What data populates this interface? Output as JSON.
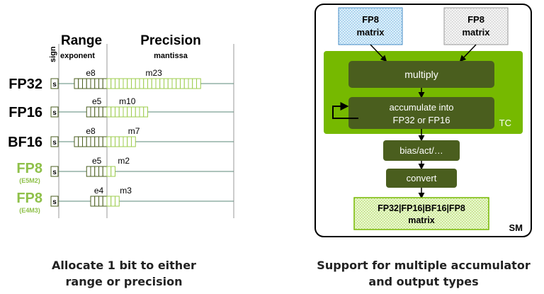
{
  "left": {
    "header": {
      "sign": "sign",
      "range": "Range",
      "exponent": "exponent",
      "precision": "Precision",
      "mantissa": "mantissa"
    },
    "sign_box": "s",
    "formats": [
      {
        "name": "FP32",
        "sub": "",
        "exp_label": "e8",
        "exp_bits": 8,
        "man_label": "m23",
        "man_bits": 23
      },
      {
        "name": "FP16",
        "sub": "",
        "exp_label": "e5",
        "exp_bits": 5,
        "man_label": "m10",
        "man_bits": 10
      },
      {
        "name": "BF16",
        "sub": "",
        "exp_label": "e8",
        "exp_bits": 8,
        "man_label": "m7",
        "man_bits": 7
      },
      {
        "name": "FP8",
        "sub": "(E5M2)",
        "exp_label": "e5",
        "exp_bits": 5,
        "man_label": "m2",
        "man_bits": 2
      },
      {
        "name": "FP8",
        "sub": "(E4M3)",
        "exp_label": "e4",
        "exp_bits": 4,
        "man_label": "m3",
        "man_bits": 3
      }
    ],
    "caption_line1": "Allocate 1 bit to either",
    "caption_line2": "range or precision"
  },
  "right": {
    "input_a": {
      "line1": "FP8",
      "line2": "matrix"
    },
    "input_b": {
      "line1": "FP8",
      "line2": "matrix"
    },
    "multiply": "multiply",
    "accumulate_line1": "accumulate into",
    "accumulate_line2": "FP32 or FP16",
    "tc_label": "TC",
    "bias": "bias/act/…",
    "convert": "convert",
    "output_line1": "FP32|FP16|BF16|FP8",
    "output_line2": "matrix",
    "sm_label": "SM",
    "caption_line1": "Support for multiple accumulator",
    "caption_line2": "and output types"
  },
  "colors": {
    "dark_green": "#4a5e1e",
    "bright_green": "#76b900",
    "light_green": "#9ccc4c",
    "fp8_label": "#8fc04a"
  }
}
